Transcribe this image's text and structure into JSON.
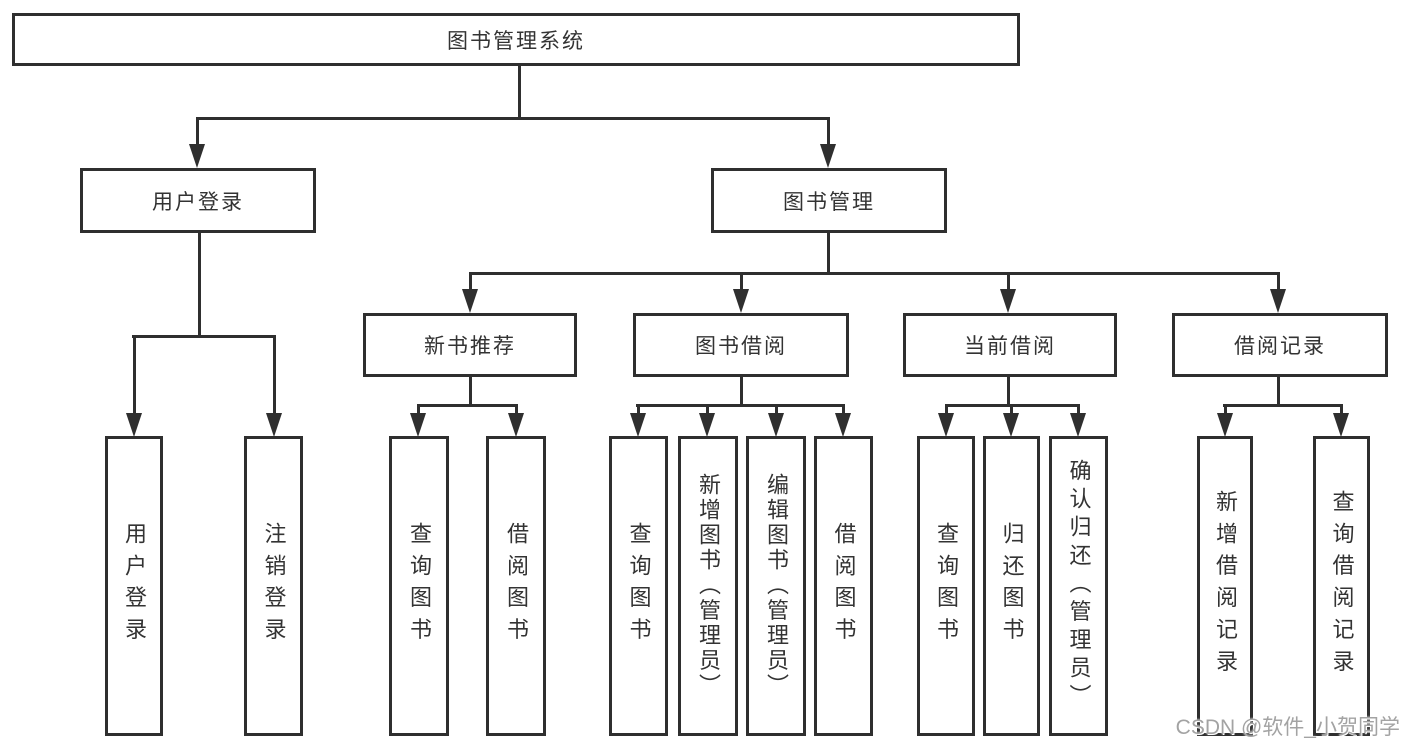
{
  "diagram_type": "hierarchy-tree",
  "colors": {
    "background": "#ffffff",
    "line": "#2f2f2f",
    "text": "#333333",
    "watermark": "#a3a3a3"
  },
  "tree": {
    "root": {
      "label": "图书管理系统",
      "children": [
        {
          "label": "用户登录",
          "children": [
            {
              "label": "用户登录"
            },
            {
              "label": "注销登录"
            }
          ]
        },
        {
          "label": "图书管理",
          "children": [
            {
              "label": "新书推荐",
              "children": [
                {
                  "label": "查询图书"
                },
                {
                  "label": "借阅图书"
                }
              ]
            },
            {
              "label": "图书借阅",
              "children": [
                {
                  "label": "查询图书"
                },
                {
                  "label": "新增图书（管理员）"
                },
                {
                  "label": "编辑图书（管理员）"
                },
                {
                  "label": "借阅图书"
                }
              ]
            },
            {
              "label": "当前借阅",
              "children": [
                {
                  "label": "查询图书"
                },
                {
                  "label": "归还图书"
                },
                {
                  "label": "确认归还（管理员）"
                }
              ]
            },
            {
              "label": "借阅记录",
              "children": [
                {
                  "label": "新增借阅记录"
                },
                {
                  "label": "查询借阅记录"
                }
              ]
            }
          ]
        }
      ]
    }
  },
  "watermark": {
    "text": "CSDN @软件_小贺同学"
  }
}
